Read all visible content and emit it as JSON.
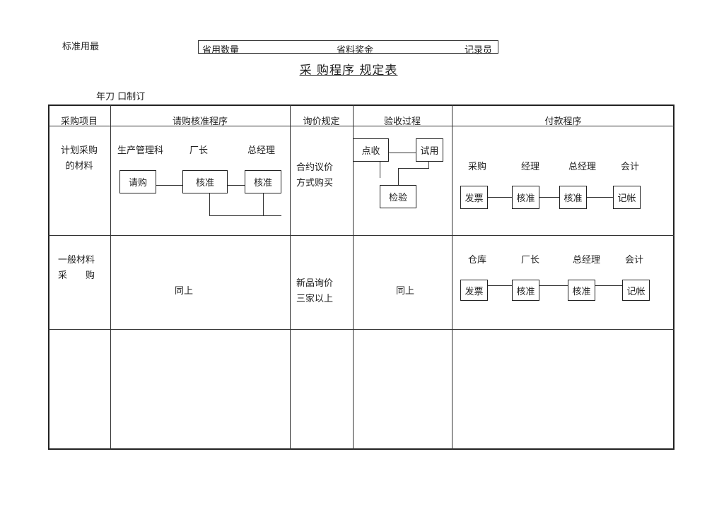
{
  "header": {
    "left_label": "标准用最",
    "box_items": [
      "省用数量",
      "省料奖金",
      "记录员"
    ]
  },
  "title": "采 购程序 规定表",
  "date_note": "年刀 口制订",
  "table": {
    "columns": [
      "采购项目",
      "请购核准程序",
      "询价规定",
      "验收过程",
      "付款程序"
    ],
    "rows": [
      {
        "item": [
          "计划采购",
          "的材料"
        ],
        "request_labels": [
          "生产管理科",
          "厂长",
          "总经理"
        ],
        "request_boxes": [
          "请购",
          "核准",
          "核准"
        ],
        "inquiry": [
          "合约议价",
          "方式购买"
        ],
        "acceptance_boxes": [
          "点收",
          "试用",
          "检验"
        ],
        "payment_labels": [
          "采购",
          "经理",
          "总经理",
          "会计"
        ],
        "payment_boxes": [
          "发票",
          "核准",
          "核准",
          "记帐"
        ]
      },
      {
        "item": [
          "一般材料",
          "采　　购"
        ],
        "request_same": "同上",
        "inquiry": [
          "新品询价",
          "三家以上"
        ],
        "acceptance_same": "同上",
        "payment_labels": [
          "仓库",
          "厂长",
          "总经理",
          "会计"
        ],
        "payment_boxes": [
          "发票",
          "核准",
          "核准",
          "记帐"
        ]
      }
    ]
  }
}
